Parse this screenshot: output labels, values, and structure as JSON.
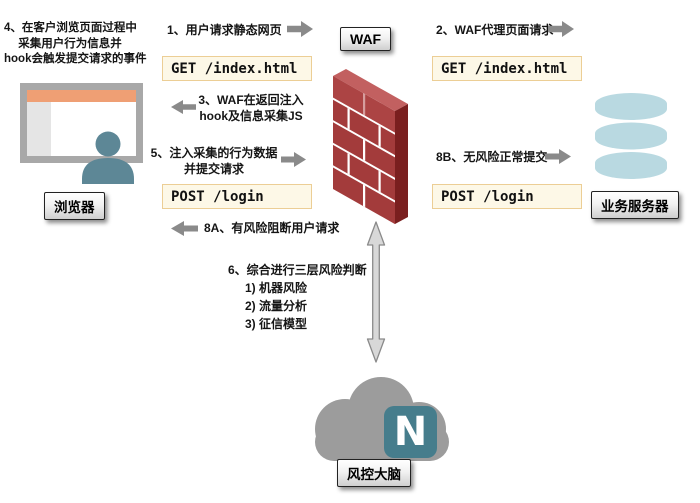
{
  "annotations": {
    "step4": [
      "4、在客户浏览页面过程中",
      "采集用户行为信息并",
      "hook会触发提交请求的事件"
    ],
    "step1": "1、用户请求静态网页",
    "step2": "2、WAF代理页面请求",
    "step3": [
      "3、WAF在返回注入",
      "hook及信息采集JS"
    ],
    "step5": [
      "5、注入采集的行为数据",
      "并提交请求"
    ],
    "step8a": "8A、有风险阻断用户请求",
    "step8b": "8B、无风险正常提交",
    "step6_title": "6、综合进行三层风险判断",
    "step6_items": [
      "1) 机器风险",
      "2) 流量分析",
      "3) 征信模型"
    ]
  },
  "requests": {
    "get_browser_waf": "GET /index.html",
    "get_waf_server": "GET /index.html",
    "post_browser_waf": "POST /login",
    "post_waf_server": "POST /login"
  },
  "nodes": {
    "waf": "WAF",
    "browser": "浏览器",
    "server": "业务服务器",
    "brain": "风控大脑",
    "n_logo": "N"
  },
  "colors": {
    "brick_front": "#a33b3b",
    "brick_side": "#7a1f1f",
    "brick_bevel": "#c26060",
    "request_box_bg": "#fdf8e7",
    "request_box_border": "#ecce95",
    "database_blue": "#b9d9e1",
    "cloud_gray": "#9c9c9c",
    "n_logo_teal": "#467d8c",
    "person_teal": "#5d8796",
    "browser_bar_orange": "#ef9f74",
    "arrow_gray": "#8a8a8a"
  }
}
